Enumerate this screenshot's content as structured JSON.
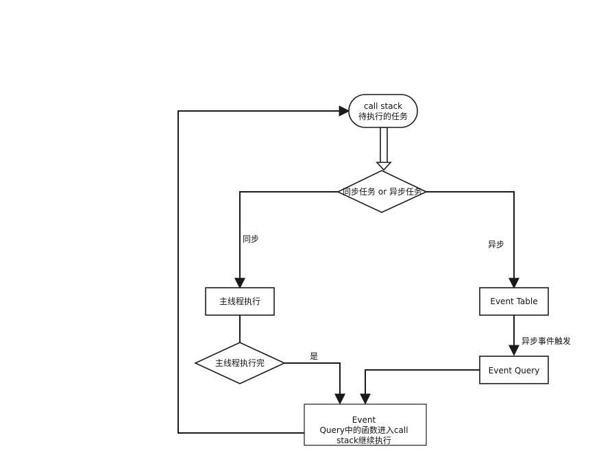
{
  "nodes": {
    "start": {
      "line1": "call stack",
      "line2": "待执行的任务"
    },
    "decision_sync_async": {
      "label": "同步任务 or 异步任务"
    },
    "main_thread": {
      "label": "主线程执行"
    },
    "main_thread_done": {
      "label": "主线程执行完"
    },
    "event_table": {
      "label": "Event Table"
    },
    "event_query": {
      "label": "Event Query"
    },
    "push_to_stack": {
      "line1": "Event",
      "line2": "Query中的函数进入call",
      "line3": "stack继续执行"
    }
  },
  "edges": {
    "sync": "同步",
    "async": "异步",
    "event_triggered": "异步事件触发",
    "yes": "是"
  },
  "colors": {
    "stroke": "#1a1a1a",
    "fill": "#ffffff",
    "text": "#111111"
  }
}
